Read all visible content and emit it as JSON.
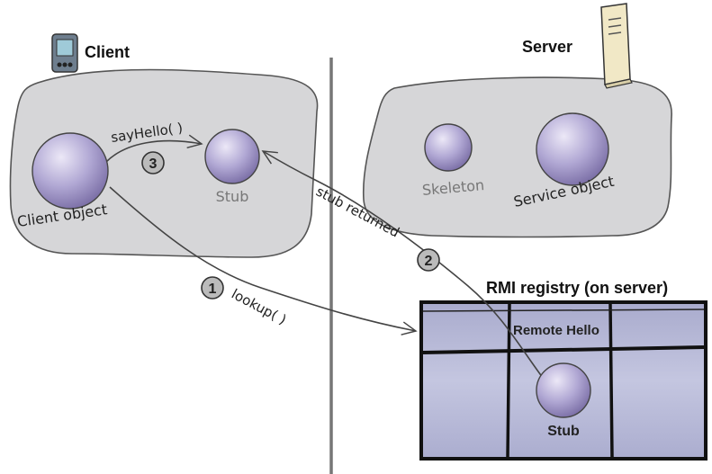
{
  "client": {
    "title": "Client",
    "object_label": "Client object",
    "stub_label": "Stub"
  },
  "server": {
    "title": "Server",
    "skeleton_label": "Skeleton",
    "service_label": "Service object"
  },
  "registry": {
    "title": "RMI registry (on server)",
    "remote_label": "Remote Hello",
    "stub_label": "Stub"
  },
  "steps": [
    {
      "number": "1",
      "label": "lookup( )"
    },
    {
      "number": "2",
      "label": "stub returned"
    },
    {
      "number": "3",
      "label": "sayHello( )"
    }
  ],
  "colors": {
    "cloud_fill": "#d6d6d8",
    "sphere_base": "#8f84b8",
    "sphere_light": "#ece8f7",
    "registry_fill": "#b7b9d6",
    "divider": "#777777"
  },
  "icons": {
    "client_device": "pda-icon",
    "server_device": "server-tower-icon"
  }
}
